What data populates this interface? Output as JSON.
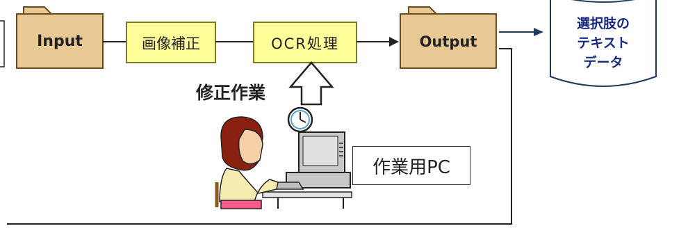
{
  "flow": {
    "input_label": "Input",
    "image_correction_label": "画像補正",
    "ocr_label": "OCR処理",
    "output_label": "Output",
    "manual_fix_label": "修正作業",
    "work_pc_label": "作業用PC"
  },
  "database": {
    "line1": "選択肢の",
    "line2": "テキスト",
    "line3": "データ"
  },
  "colors": {
    "folder_fill": "#e8c893",
    "folder_stroke": "#6b4a1e",
    "process_fill": "#ffff99",
    "process_stroke": "#7a7a2a",
    "db_stroke": "#1f3a5a",
    "db_text": "#1a2a80",
    "arrow": "#1f3a5a"
  },
  "icons": [
    "folder-icon",
    "clock-icon",
    "computer-icon",
    "person-icon",
    "up-arrow-icon",
    "database-icon"
  ]
}
